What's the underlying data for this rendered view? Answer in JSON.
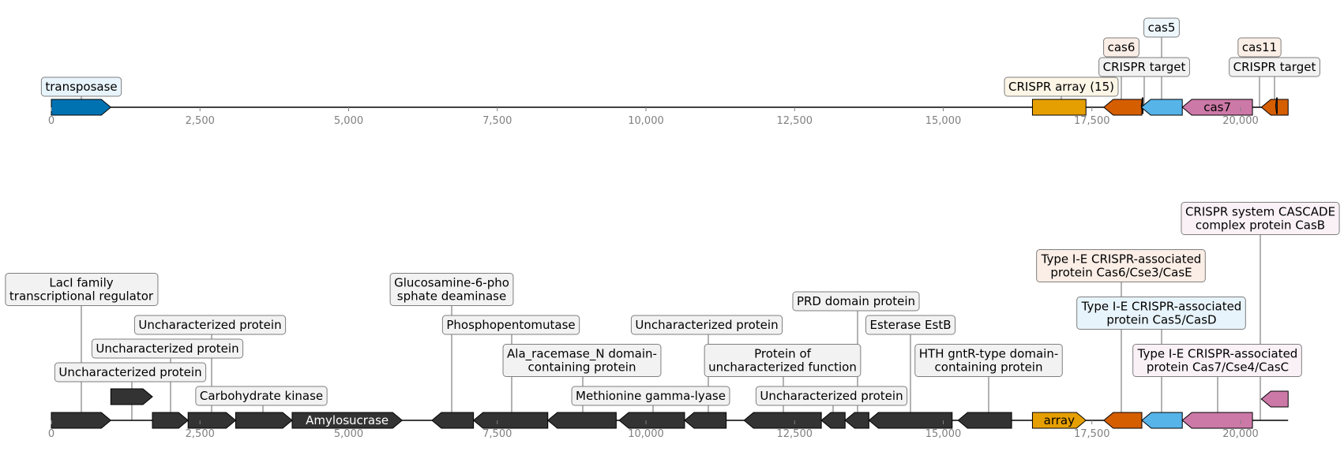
{
  "colors": {
    "blue": "#0072B2",
    "orange": "#E69F00",
    "vermillion": "#D55E00",
    "sky": "#56B4E9",
    "pink": "#CC79A7",
    "dark": "#333333"
  },
  "top_track": {
    "axis_ticks": [
      "0",
      "2,500",
      "5,000",
      "7,500",
      "10,000",
      "12,500",
      "15,000",
      "17,500",
      "20,000"
    ],
    "features": [
      {
        "start": 0,
        "end": 1000,
        "strand": 1,
        "color": "#0072B2",
        "label": "transposase",
        "label_bg": "#E8F4FB"
      },
      {
        "start": 16500,
        "end": 17400,
        "strand": 0,
        "color": "#E69F00",
        "label": "CRISPR array (15)",
        "label_bg": "#FDF6E6"
      },
      {
        "start": 17700,
        "end": 18340,
        "strand": -1,
        "color": "#D55E00",
        "label": "cas6",
        "label_bg": "#FBEEE6"
      },
      {
        "start": 18330,
        "end": 18360,
        "strand": -1,
        "color": "#333333",
        "label": "CRISPR target",
        "label_bg": "#F2F2F2"
      },
      {
        "start": 18330,
        "end": 19020,
        "strand": -1,
        "color": "#56B4E9",
        "label": "cas5",
        "label_bg": "#EEF7FC"
      },
      {
        "start": 19020,
        "end": 20200,
        "strand": -1,
        "color": "#CC79A7",
        "label": "",
        "label_bg": "#F9F1F6",
        "inner": "cas7"
      },
      {
        "start": 20350,
        "end": 20800,
        "strand": -1,
        "color": "#D55E00",
        "label": "cas11",
        "label_bg": "#FBEEE6"
      },
      {
        "start": 20590,
        "end": 20610,
        "strand": -1,
        "color": "#333333",
        "label": "CRISPR target",
        "label_bg": "#F2F2F2"
      }
    ]
  },
  "bottom_track": {
    "axis_ticks": [
      "0",
      "2,500",
      "5,000",
      "7,500",
      "10,000",
      "12,500",
      "15,000",
      "17,500",
      "20,000"
    ],
    "features": [
      {
        "start": 0,
        "end": 1000,
        "strand": 1,
        "color": "#333333",
        "label": "LacI family\ntranscriptional regulator",
        "label_bg": "#F2F2F2"
      },
      {
        "start": 1000,
        "end": 1700,
        "strand": 1,
        "color": "#333333",
        "label": "Uncharacterized protein",
        "label_bg": "#F2F2F2"
      },
      {
        "start": 1700,
        "end": 2300,
        "strand": 1,
        "color": "#333333",
        "label": "Uncharacterized protein",
        "label_bg": "#F2F2F2"
      },
      {
        "start": 2300,
        "end": 3100,
        "strand": 1,
        "color": "#333333",
        "label": "Uncharacterized protein",
        "label_bg": "#F2F2F2"
      },
      {
        "start": 3100,
        "end": 4050,
        "strand": 1,
        "color": "#333333",
        "label": "Carbohydrate kinase",
        "label_bg": "#F2F2F2"
      },
      {
        "start": 4050,
        "end": 5900,
        "strand": 1,
        "color": "#333333",
        "label": "",
        "label_bg": "#F2F2F2",
        "inner": "Amylosucrase"
      },
      {
        "start": 6400,
        "end": 7100,
        "strand": -1,
        "color": "#333333",
        "label": "Glucosamine-6-pho\nsphate deaminase",
        "label_bg": "#F2F2F2"
      },
      {
        "start": 7100,
        "end": 8350,
        "strand": -1,
        "color": "#333333",
        "label": "Phosphopentomutase",
        "label_bg": "#F2F2F2"
      },
      {
        "start": 8350,
        "end": 9500,
        "strand": -1,
        "color": "#333333",
        "label": "Ala_racemase_N domain-\ncontaining protein",
        "label_bg": "#F2F2F2"
      },
      {
        "start": 9550,
        "end": 10650,
        "strand": -1,
        "color": "#333333",
        "label": "Methionine gamma-lyase",
        "label_bg": "#F2F2F2"
      },
      {
        "start": 10650,
        "end": 11350,
        "strand": -1,
        "color": "#333333",
        "label": "Uncharacterized protein",
        "label_bg": "#F2F2F2"
      },
      {
        "start": 11650,
        "end": 12950,
        "strand": -1,
        "color": "#333333",
        "label": "Protein of\nuncharacterized function",
        "label_bg": "#F2F2F2"
      },
      {
        "start": 12950,
        "end": 13350,
        "strand": -1,
        "color": "#333333",
        "label": "Uncharacterized protein",
        "label_bg": "#F2F2F2"
      },
      {
        "start": 13350,
        "end": 13750,
        "strand": -1,
        "color": "#333333",
        "label": "PRD domain protein",
        "label_bg": "#F2F2F2"
      },
      {
        "start": 13750,
        "end": 15150,
        "strand": -1,
        "color": "#333333",
        "label": "Esterase EstB",
        "label_bg": "#F2F2F2"
      },
      {
        "start": 15250,
        "end": 16150,
        "strand": -1,
        "color": "#333333",
        "label": "HTH gntR-type domain-\ncontaining protein",
        "label_bg": "#F2F2F2"
      },
      {
        "start": 16500,
        "end": 17400,
        "strand": 1,
        "color": "#E69F00",
        "label": "",
        "label_bg": "#FDF6E6",
        "inner": "array"
      },
      {
        "start": 17700,
        "end": 18340,
        "strand": -1,
        "color": "#D55E00",
        "label": "Type I-E CRISPR-associated\nprotein Cas6/Cse3/CasE",
        "label_bg": "#FBEEE6"
      },
      {
        "start": 18340,
        "end": 19020,
        "strand": -1,
        "color": "#56B4E9",
        "label": "Type I-E CRISPR-associated\nprotein Cas5/CasD",
        "label_bg": "#E8F4FB"
      },
      {
        "start": 19020,
        "end": 20200,
        "strand": -1,
        "color": "#CC79A7",
        "label": "Type I-E CRISPR-associated\nprotein Cas7/Cse4/CasC",
        "label_bg": "#F9F1F6"
      },
      {
        "start": 20350,
        "end": 20800,
        "strand": -1,
        "color": "#CC79A7",
        "label": "CRISPR system CASCADE\ncomplex protein CasB",
        "label_bg": "#F9F1F6"
      }
    ]
  }
}
